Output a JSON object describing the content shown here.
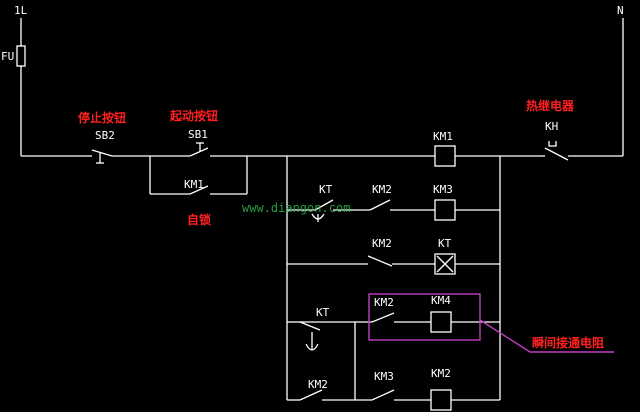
{
  "rails": {
    "left": "1L",
    "right": "N"
  },
  "fuse": {
    "label": "FU"
  },
  "labels": {
    "sb2": "SB2",
    "sb2_cn": "停止按钮",
    "sb1": "SB1",
    "sb1_cn": "起动按钮",
    "km1_hold": "KM1",
    "self_lock_cn": "自锁",
    "km1_coil": "KM1",
    "kh": "KH",
    "kh_cn": "热继电器",
    "r2_kt": "KT",
    "r2_km2": "KM2",
    "r2_km3": "KM3",
    "r3_km2": "KM2",
    "r3_kt": "KT",
    "r4_kt": "KT",
    "r4_km2": "KM2",
    "r4_km4": "KM4",
    "r5_km2_nc": "KM2",
    "r5_km3": "KM3",
    "r5_km2": "KM2",
    "note_cn": "瞬间接通电阻"
  },
  "watermark": "www.diangon.com",
  "colors": {
    "wire": "#ffffff",
    "label_red": "#ff2020",
    "highlight": "#c040c0",
    "watermark": "#2db84d"
  }
}
